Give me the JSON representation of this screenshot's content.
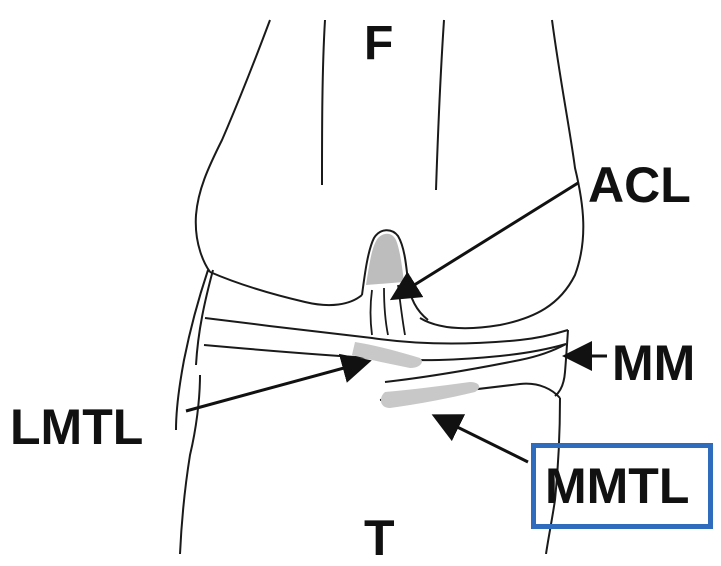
{
  "labels": {
    "femur": "F",
    "tibia": "T",
    "acl": "ACL",
    "mm": "MM",
    "lmtl": "LMTL",
    "mmtl": "MMTL"
  },
  "colors": {
    "outline": "#1a1a1a",
    "shading": "#bdbdbd",
    "highlight_box": "#2f6cbd"
  }
}
